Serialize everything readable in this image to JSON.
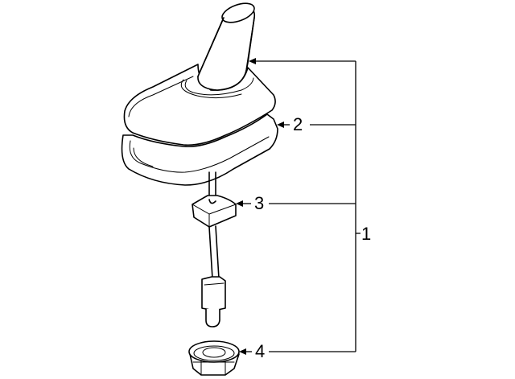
{
  "diagram": {
    "type": "exploded-parts-diagram",
    "subject": "antenna assembly",
    "callouts": [
      {
        "id": "1",
        "label": "1",
        "target": "whole assembly (antenna mast, base, cable, nut)"
      },
      {
        "id": "2",
        "label": "2",
        "target": "base gasket / seal"
      },
      {
        "id": "3",
        "label": "3",
        "target": "cable clip / grommet"
      },
      {
        "id": "4",
        "label": "4",
        "target": "mounting nut"
      }
    ],
    "colors": {
      "line": "#000000",
      "background": "#ffffff"
    }
  }
}
